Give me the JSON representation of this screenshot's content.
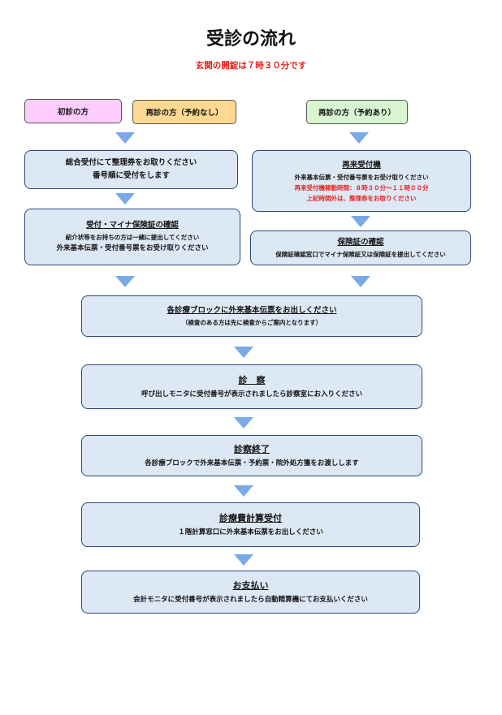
{
  "title": "受診の流れ",
  "subtitle": "玄関の開錠は７時３０分です",
  "tags": {
    "first": "初診の方",
    "return_no_appt": "再診の方（予約なし）",
    "return_appt": "再診の方（予約あり）"
  },
  "left_steps": [
    {
      "lines": [
        "総合受付にて整理券をお取りください",
        "番号順に受付をします"
      ]
    },
    {
      "title": "受付・マイナ保険証の確認",
      "lines": [
        "紹介状等をお持ちの方は一緒に提出してください",
        "外来基本伝票・受付番号票をお受け取りください"
      ]
    }
  ],
  "right_steps": [
    {
      "title": "再来受付機",
      "line": "外来基本伝票・受付番号票をお受け取りください",
      "notes": [
        "再来受付機稼動時間：８時３０分～１１時００分",
        "上記時間外は、整理券をお取りください"
      ]
    },
    {
      "title": "保険証の確認",
      "line": "保険証確認窓口でマイナ保険証又は保険証を提出してください"
    }
  ],
  "main_steps": [
    {
      "title": "各診療ブロックに外来基本伝票をお出しください",
      "line": "（検査のある方は先に検査からご案内となります）"
    },
    {
      "title": "診　察",
      "line": "呼び出しモニタに受付番号が表示されましたら診察室にお入りください"
    },
    {
      "title": "診察終了",
      "line": "各診療ブロックで外来基本伝票・予約票・院外処方箋をお渡しします"
    },
    {
      "title": "診療費計算受付",
      "line": "１階計算窓口に外来基本伝票をお出しください"
    },
    {
      "title": "お支払い",
      "line": "会計モニタに受付番号が表示されましたら自動精算機にてお支払いください"
    }
  ],
  "colors": {
    "first_tag": "#ffccff",
    "return_no_appt_tag": "#ffd992",
    "return_appt_tag": "#d6f5d0",
    "box_fill": "#dde8f5",
    "box_border": "#2a4a78",
    "arrow": "#7aa9e8",
    "red": "#e8201a"
  }
}
